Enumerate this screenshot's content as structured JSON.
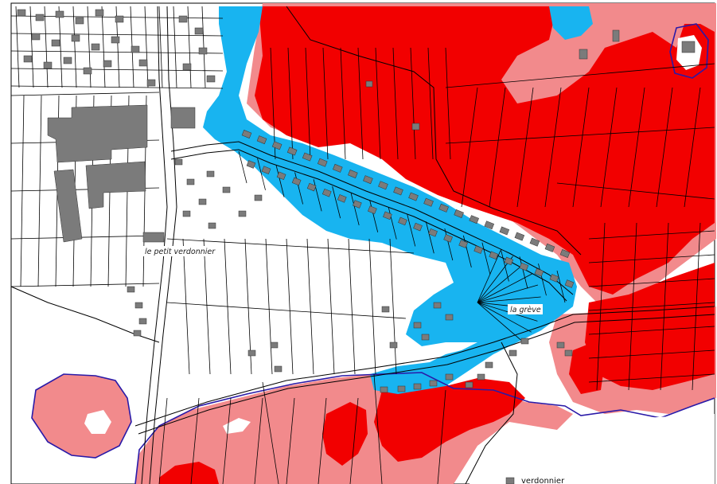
{
  "map": {
    "labels": {
      "petit_verdonnier": "le petit verdonnier",
      "greve": "la grève",
      "verdonnier_partial": "verdonnier"
    },
    "legend_colors": {
      "zone_red": "#f20000",
      "zone_pink": "#f28a8c",
      "zone_blue": "#18b4f0",
      "buildings": "#7b7b7b",
      "flood_outline": "#2a1aa8",
      "parcel_lines": "#000000",
      "background": "#ffffff"
    }
  }
}
